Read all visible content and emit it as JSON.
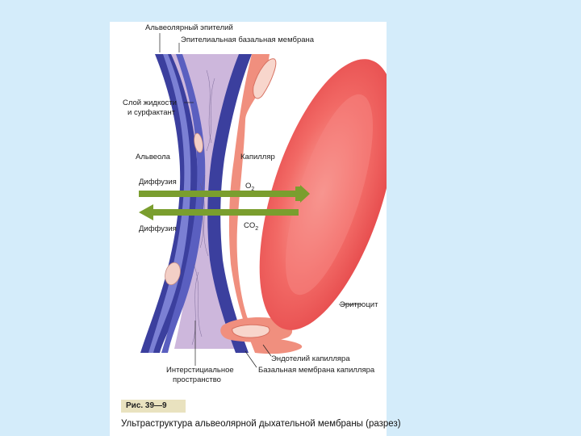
{
  "labels": {
    "alveolar_epithelium": "Альвеолярный эпителий",
    "epithelial_basement": "Эпителиальная базальная мембрана",
    "fluid_layer_1": "Слой жидкости",
    "fluid_layer_2": "и сурфактант",
    "alveola": "Альвеола",
    "capillary": "Капилляр",
    "diffusion_top": "Диффузия",
    "diffusion_bottom": "Диффузия",
    "o2_main": "O",
    "o2_sub": "2",
    "co2_main": "CO",
    "co2_sub": "2",
    "erythrocyte": "Эритроцит",
    "endothelium": "Эндотелий капилляра",
    "interstitial_1": "Интерстициальное",
    "interstitial_2": "пространство",
    "capillary_basement": "Базальная мембрана капилляра"
  },
  "figure": {
    "tag": "Рис. 39—9",
    "caption": "Ультраструктура альвеолярной дыхательной мембраны (разрез)"
  },
  "colors": {
    "background": "#d4ecfa",
    "epithelium_blue": "#3b3f9e",
    "interstitium": "#cdb7dc",
    "endothelium_salmon": "#f08f7e",
    "erythrocyte_red": "#f26565",
    "arrow_green": "#7a9e2e"
  }
}
